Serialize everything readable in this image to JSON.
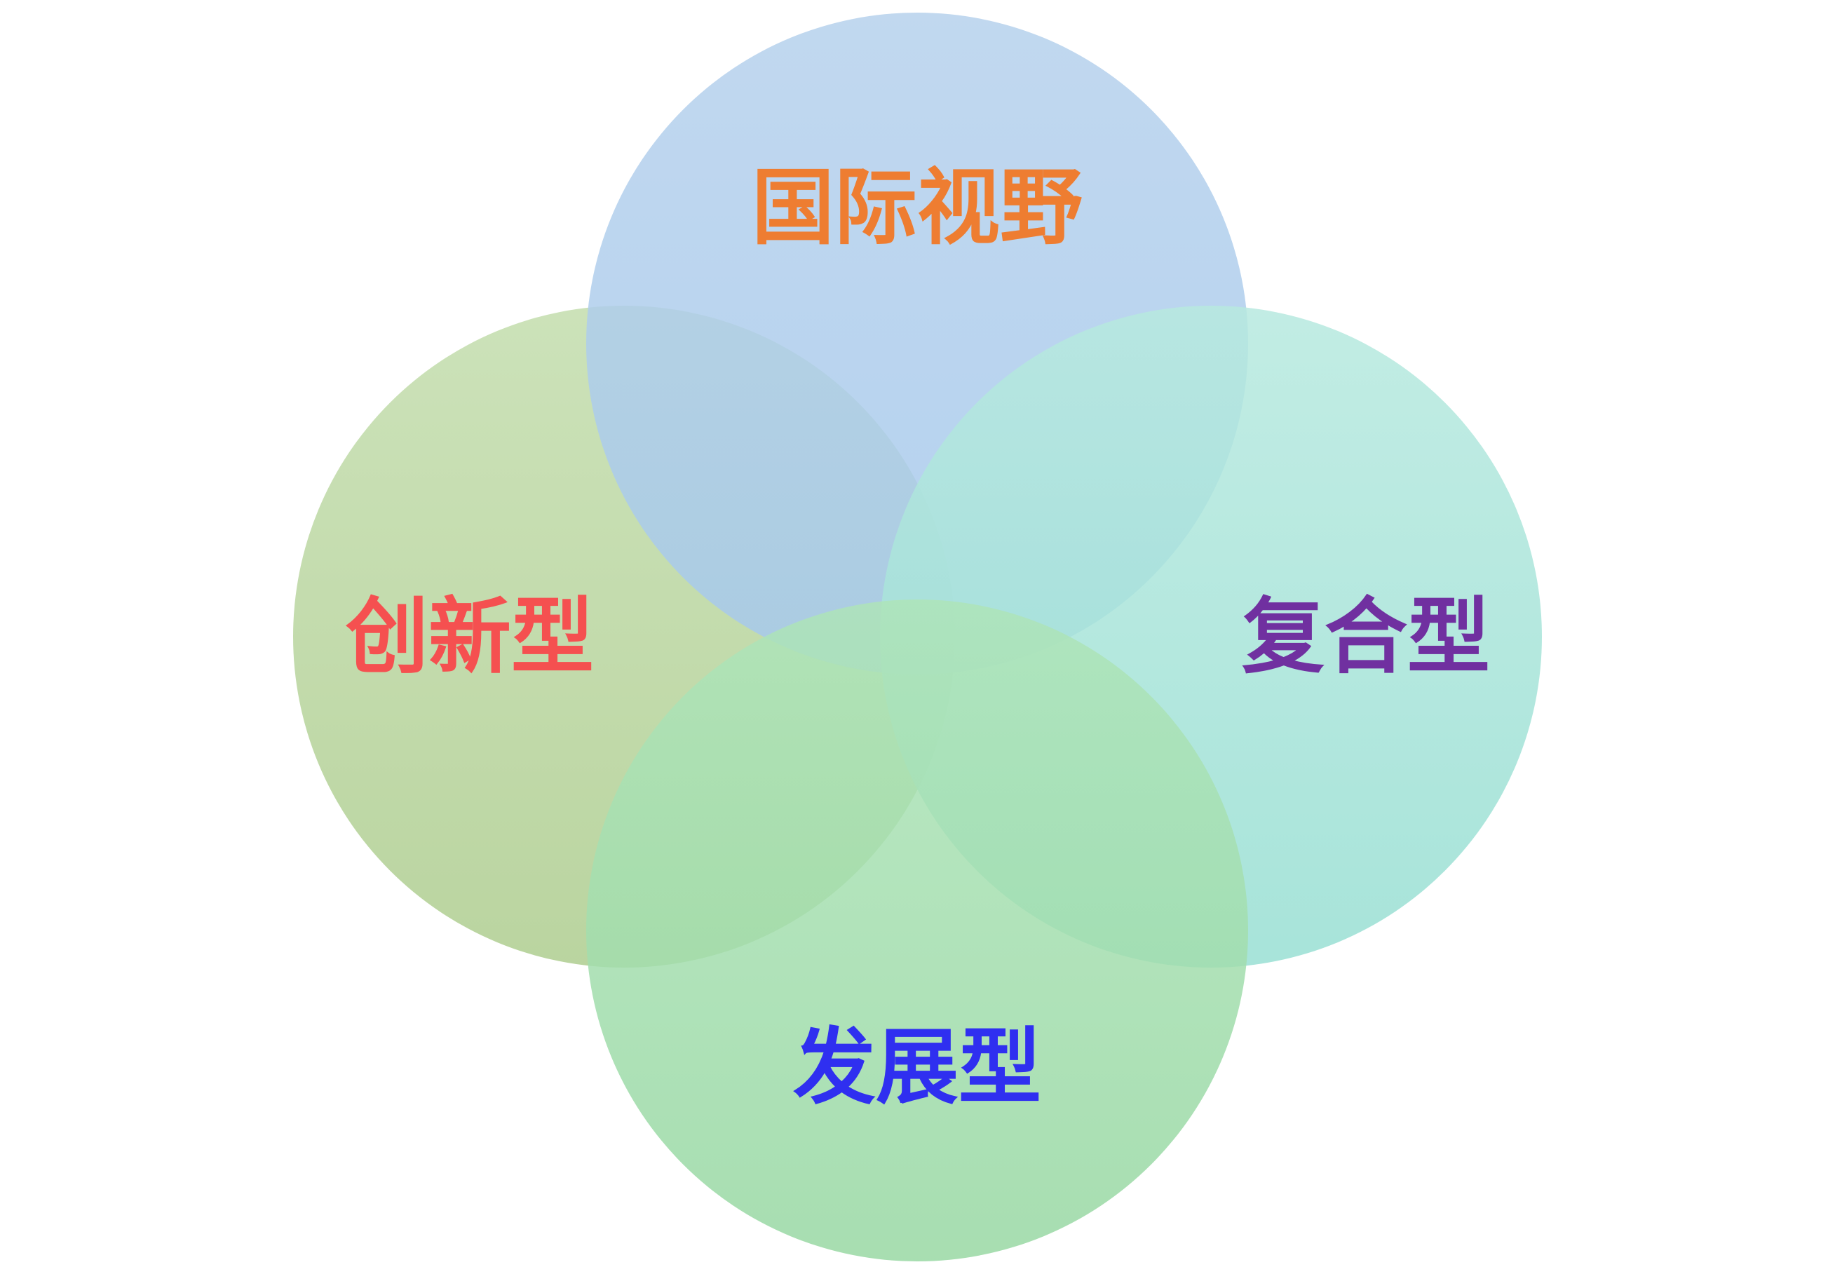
{
  "diagram": {
    "type": "venn",
    "sets": [
      {
        "id": "top",
        "label": "国际视野",
        "fill_top": "#b6d1ec",
        "fill_bottom": "#a6c9ec",
        "label_color": "#ee7d31"
      },
      {
        "id": "left",
        "label": "创新型",
        "fill_top": "#c3ddad",
        "fill_bottom": "#aecd8f",
        "label_color": "#f55050"
      },
      {
        "id": "right",
        "label": "复合型",
        "fill_top": "#b7e9df",
        "fill_bottom": "#98dfd3",
        "label_color": "#7030a0"
      },
      {
        "id": "bottom",
        "label": "发展型",
        "fill_top": "#aee4b9",
        "fill_bottom": "#98d8a3",
        "label_color": "#2f2ff0"
      }
    ],
    "opacity": 0.85,
    "background": "#ffffff"
  }
}
